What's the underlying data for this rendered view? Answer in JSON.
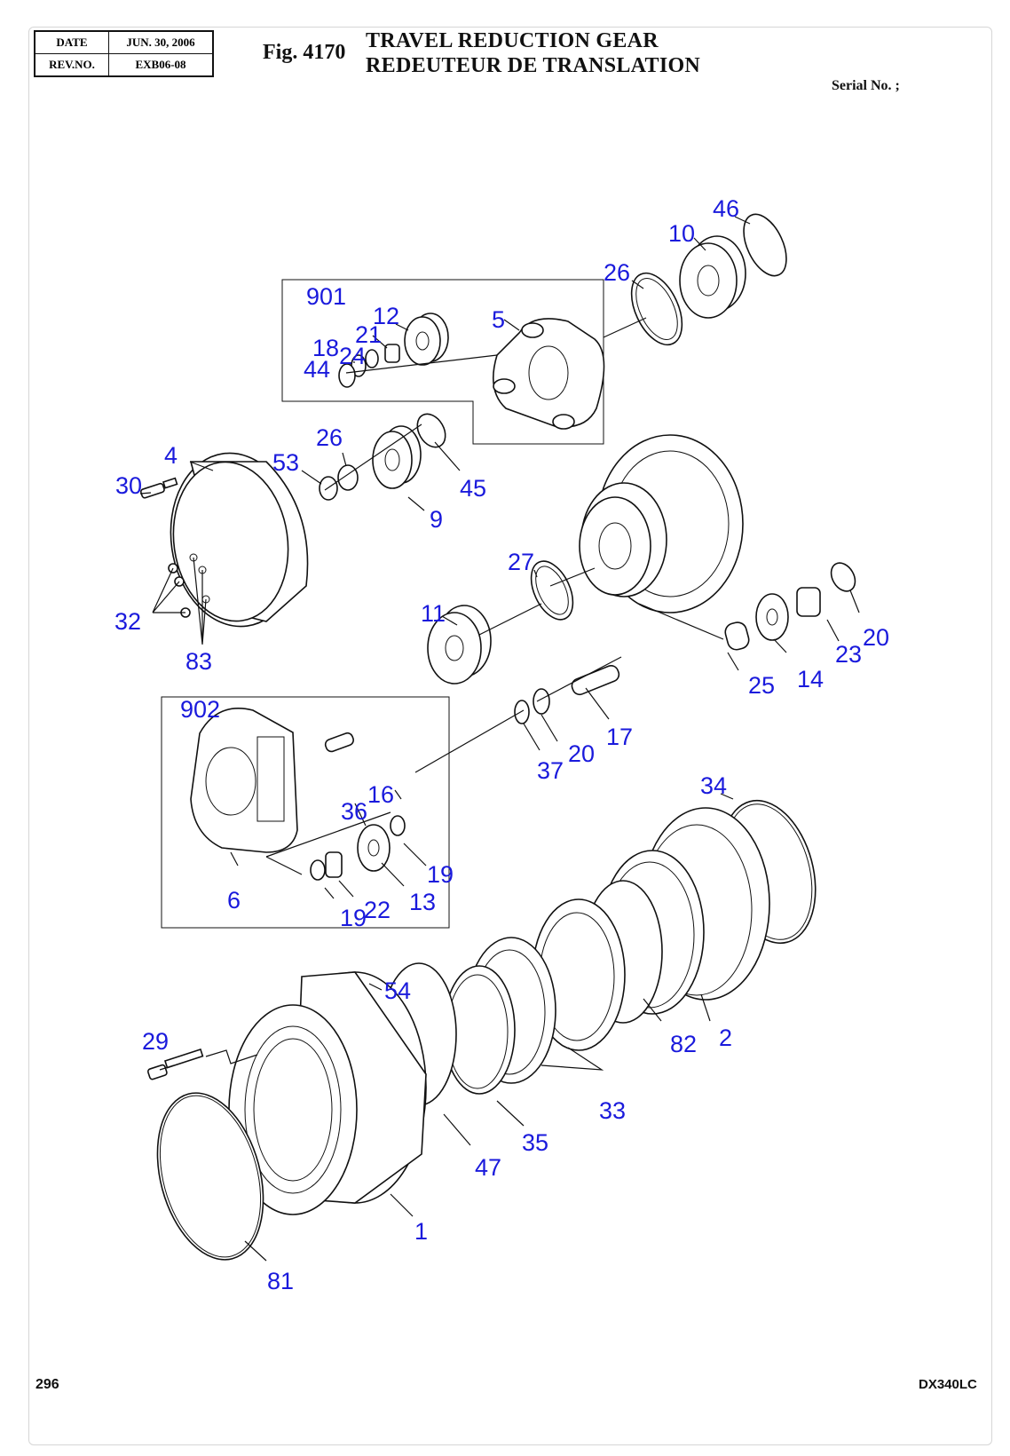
{
  "header": {
    "date_label": "DATE",
    "date_value": "JUN. 30, 2006",
    "rev_label": "REV.NO.",
    "rev_value": "EXB06-08",
    "fig_number": "Fig. 4170",
    "title_en": "TRAVEL REDUCTION GEAR",
    "title_fr": "REDEUTEUR DE TRANSLATION",
    "serial": "Serial No. ;"
  },
  "footer": {
    "page": "296",
    "model": "DX340LC"
  },
  "callouts": [
    "46",
    "10",
    "26",
    "901",
    "12",
    "21",
    "5",
    "18",
    "24",
    "44",
    "4",
    "26",
    "53",
    "45",
    "30",
    "9",
    "27",
    "11",
    "32",
    "83",
    "23",
    "20",
    "25",
    "14",
    "902",
    "17",
    "37",
    "20",
    "16",
    "36",
    "34",
    "19",
    "6",
    "13",
    "19",
    "22",
    "54",
    "29",
    "82",
    "2",
    "33",
    "35",
    "47",
    "1",
    "81"
  ],
  "colors": {
    "callout": "#1a1adc",
    "line": "#111111"
  }
}
